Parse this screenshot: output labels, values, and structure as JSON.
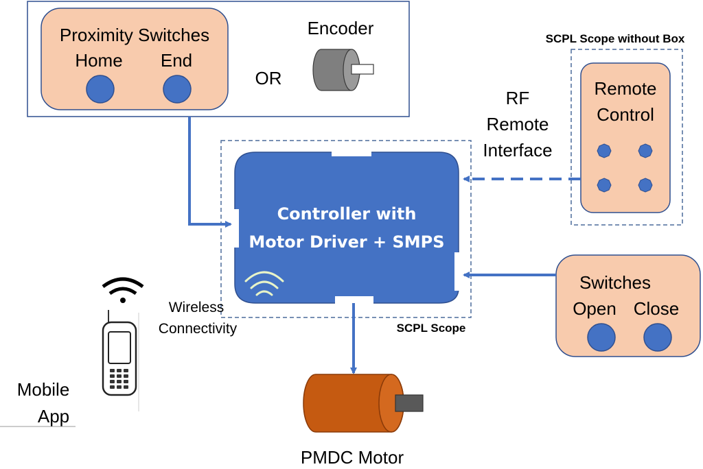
{
  "top_box": {
    "proximity": {
      "title": "Proximity Switches",
      "home": "Home",
      "end": "End"
    },
    "or_label": "OR",
    "encoder_label": "Encoder"
  },
  "remote_scope": {
    "label": "SCPL Scope without Box",
    "remote_line1": "Remote",
    "remote_line2": "Control"
  },
  "rf": {
    "line1": "RF",
    "line2": "Remote",
    "line3": "Interface"
  },
  "controller": {
    "line1": "Controller with",
    "line2": "Motor Driver + SMPS",
    "scope_label": "SCPL Scope"
  },
  "switches": {
    "title": "Switches",
    "open": "Open",
    "close": "Close"
  },
  "wireless": {
    "line1": "Wireless",
    "line2": "Connectivity"
  },
  "mobile": {
    "line1": "Mobile",
    "line2": "App"
  },
  "motor": {
    "label": "PMDC Motor"
  },
  "colors": {
    "peach": "#f8cbad",
    "button_blue": "#4472c4",
    "controller_blue": "#4472c4",
    "arrow_blue": "#4472c4",
    "motor_orange": "#c55a11",
    "encoder_gray": "#7f7f7f"
  }
}
